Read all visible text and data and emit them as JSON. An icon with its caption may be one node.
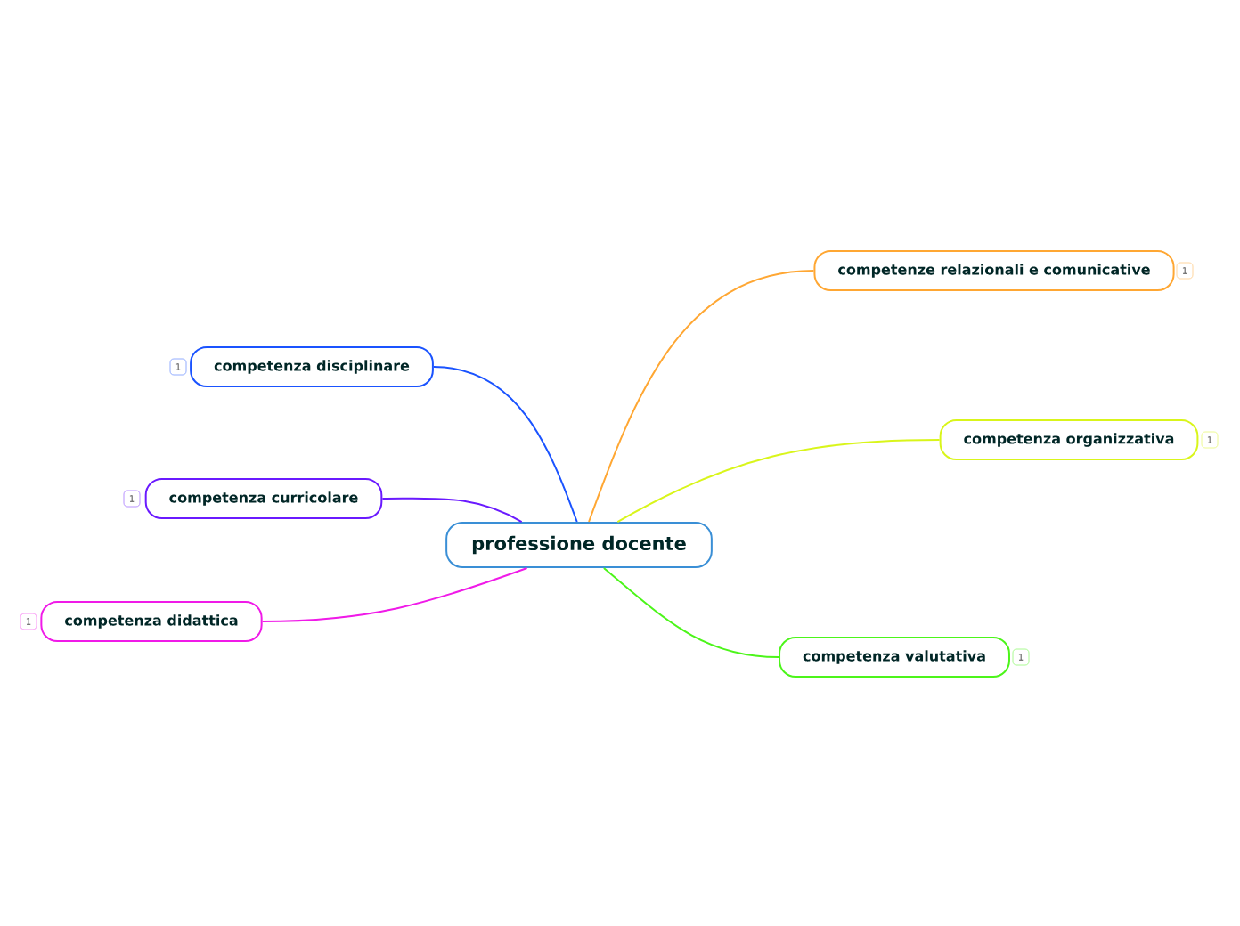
{
  "diagram": {
    "nodes": [
      {
        "text": [
          "professione docente"
        ]
      },
      {
        "text": [
          "competenza disciplinare"
        ],
        "beside": [
          "1"
        ]
      },
      {
        "text": [
          "competenza curricolare"
        ],
        "beside": [
          "1"
        ]
      },
      {
        "text": [
          "competenza didattica"
        ],
        "beside": [
          "1"
        ]
      },
      {
        "text": [
          "competenze relazionali e comunicative"
        ],
        "beside": [
          "1"
        ]
      },
      {
        "text": [
          "competenza organizzativa"
        ],
        "beside": [
          "1"
        ]
      },
      {
        "text": [
          "competenza valutativa"
        ],
        "beside": [
          "1"
        ]
      }
    ],
    "edges": [
      {
        "from": 0,
        "to": 1,
        "arrow": "none",
        "color": "#1a53ff"
      },
      {
        "from": 0,
        "to": 2,
        "arrow": "none",
        "color": "#6a1aff"
      },
      {
        "from": 0,
        "to": 3,
        "arrow": "none",
        "color": "#f01ae8"
      },
      {
        "from": 0,
        "to": 4,
        "arrow": "none",
        "color": "#ffa733"
      },
      {
        "from": 0,
        "to": 5,
        "arrow": "none",
        "color": "#d9f51a"
      },
      {
        "from": 0,
        "to": 6,
        "arrow": "none",
        "color": "#4cf51a"
      }
    ]
  }
}
